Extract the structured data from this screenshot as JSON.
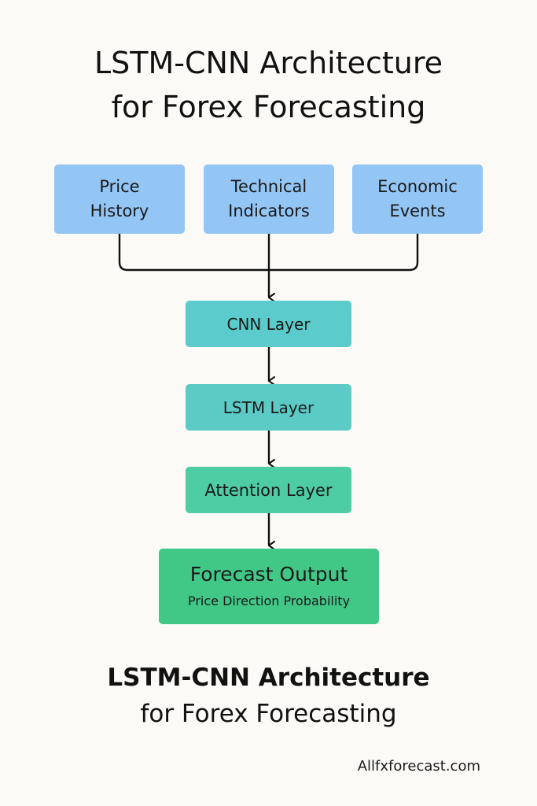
{
  "title_top": {
    "line1": "LSTM-CNN Architecture",
    "line2": "for Forex Forecasting"
  },
  "inputs": [
    {
      "line1": "Price",
      "line2": "History"
    },
    {
      "line1": "Technical",
      "line2": "Indicators"
    },
    {
      "line1": "Economic",
      "line2": "Events"
    }
  ],
  "layers": {
    "cnn": "CNN Layer",
    "lstm": "LSTM Layer",
    "attention": "Attention Layer"
  },
  "output": {
    "main": "Forecast Output",
    "sub": "Price Direction Probability"
  },
  "title_bottom": {
    "line1": "LSTM-CNN Architecture",
    "line2": "for Forex Forecasting"
  },
  "watermark": "Allfxforecast.com",
  "colors": {
    "input_fill": "#93c5f5",
    "cnn_fill": "#5ccbcb",
    "lstm_fill": "#5ccbc5",
    "attention_fill": "#4ecda4",
    "output_fill": "#42c886",
    "connector": "#111111"
  }
}
